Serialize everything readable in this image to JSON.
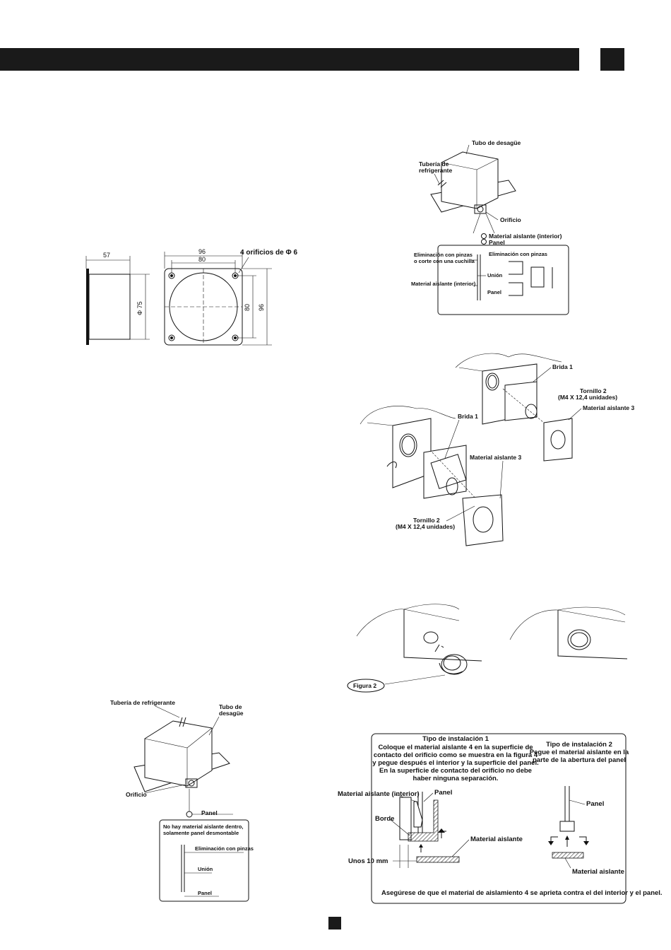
{
  "fig_flange_dims": {
    "d57": "57",
    "d75": "Φ 75",
    "d96_top": "96",
    "d80_top": "80",
    "holes": "4 orificios de Φ 6",
    "d80_side": "80",
    "d96_side": "96"
  },
  "fig_top_right": {
    "drain_pipe": "Tubo de desagüe",
    "refrigerant_pipe_1": "Tubería de",
    "refrigerant_pipe_2": "refrigerante",
    "hole": "Orificio",
    "insulation_interior": "Material aislante (interior)",
    "panel": "Panel",
    "removal_pliers_1": "Eliminación con pinzas",
    "removal_pliers_2": "o corte con una cuchilla",
    "removal_pliers_right": "Eliminación con pinzas",
    "union": "Unión",
    "insulation_interior_inner": "Material aislante (interior)",
    "panel_inner": "Panel"
  },
  "fig_assembly": {
    "flange_top": "Brida 1",
    "screw_top_1": "Tornillo 2",
    "screw_top_2": "(M4 X 12,4 unidades)",
    "insul3_top": "Material aislante 3",
    "flange_bottom": "Brida 1",
    "insul3_bottom": "Material aislante 3",
    "screw_bottom_1": "Tornillo 2",
    "screw_bottom_2": "(M4 X 12,4 unidades)"
  },
  "fig2": {
    "label": "Figura 2"
  },
  "fig_bottom_left": {
    "refrigerant_pipe": "Tubería de refrigerante",
    "drain_pipe_1": "Tubo de",
    "drain_pipe_2": "desagüe",
    "hole": "Orificio",
    "panel": "Panel",
    "note_1": "No hay material aislante dentro,",
    "note_2": "solamente panel desmontable",
    "removal_pliers": "Eliminación con pinzas",
    "union": "Unión",
    "panel_inner": "Panel"
  },
  "fig_install": {
    "type1_title": "Tipo de instalación 1",
    "type1_line1": "Coloque el material aislante 4 en la superficie de",
    "type1_line2": "contacto del orificio como se muestra en la figura 4",
    "type1_line3": "y pegue después el interior y la superficie del panel.",
    "type1_line4": "En la superficie de contacto del orificio no debe",
    "type1_line5": "haber ninguna separación.",
    "type2_title": "Tipo de instalación 2",
    "type2_line1": "Pegue el material aislante en la",
    "type2_line2": "parte de la abertura del panel",
    "insul_interior": "Material aislante (interior)",
    "panel_left": "Panel",
    "edge": "Borde",
    "insul_left": "Material aislante",
    "approx": "Unos 10 mm",
    "panel_right": "Panel",
    "insul_right": "Material aislante",
    "footer_note": "Asegúrese de que el material de aislamiento 4 se aprieta contra el del interior y el panel."
  }
}
